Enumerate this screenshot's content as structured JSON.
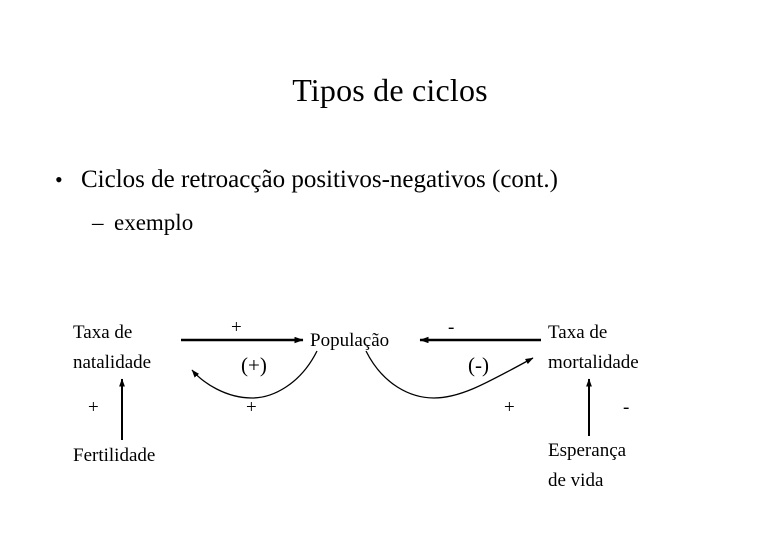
{
  "slide": {
    "title": "Tipos de ciclos",
    "bullets": [
      {
        "marker": "•",
        "text": "Ciclos de retroacção positivos-negativos (cont.)"
      },
      {
        "marker": "–",
        "text": "exemplo"
      }
    ]
  },
  "diagram": {
    "nodes": [
      {
        "id": "natalidade",
        "line1": "Taxa de",
        "line2": "natalidade"
      },
      {
        "id": "populacao",
        "line1": "População",
        "line2": ""
      },
      {
        "id": "mortalidade",
        "line1": "Taxa de",
        "line2": "mortalidade"
      },
      {
        "id": "fertilidade",
        "line1": "Fertilidade",
        "line2": ""
      },
      {
        "id": "esperanca",
        "line1": "Esperança",
        "line2": "de vida"
      }
    ],
    "signs": [
      {
        "id": "sign-natalidade-populacao",
        "value": "+"
      },
      {
        "id": "sign-mortalidade-populacao",
        "value": "-"
      },
      {
        "id": "sign-populacao-natalidade",
        "value": "+"
      },
      {
        "id": "sign-populacao-mortalidade",
        "value": "+"
      },
      {
        "id": "sign-fertilidade-natalidade",
        "value": "+"
      },
      {
        "id": "sign-esperanca-mortalidade",
        "value": "-"
      }
    ],
    "loop_labels": [
      {
        "id": "loop-positive",
        "value": "(+)"
      },
      {
        "id": "loop-negative",
        "value": "(-)"
      }
    ]
  },
  "colors": {
    "background": "#ffffff",
    "ink": "#000000"
  }
}
